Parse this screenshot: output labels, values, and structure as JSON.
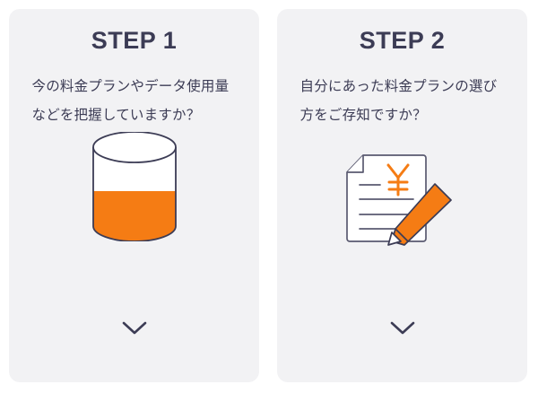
{
  "page": {
    "background_color": "#ffffff",
    "card_background_color": "#f2f2f4",
    "navy_color": "#3c3c55",
    "orange_color": "#f57c14",
    "line_color": "#5a5a70"
  },
  "steps": [
    {
      "title": "STEP 1",
      "body": "今の料金プランやデータ使用量などを把握していますか？",
      "illustration": "cylinder-gauge-icon",
      "illustration_parts": {
        "fill_label": "orange-fill",
        "empty_label": "white-remainder"
      },
      "chevron": "chevron-down-icon"
    },
    {
      "title": "STEP 2",
      "body": "自分にあった料金プランの選び方をご存知ですか？",
      "illustration": "document-with-pencil-icon",
      "illustration_parts": {
        "currency_symbol": "¥",
        "pencil_label": "orange-pencil",
        "document_label": "price-plan-document"
      },
      "chevron": "chevron-down-icon"
    }
  ]
}
